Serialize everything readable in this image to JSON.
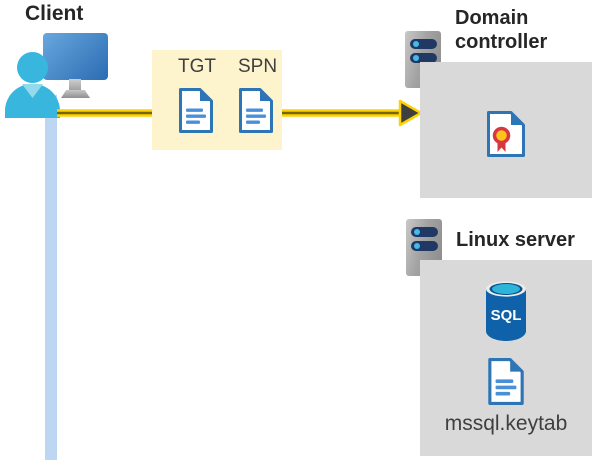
{
  "client": {
    "label": "Client"
  },
  "tickets": {
    "tgt": "TGT",
    "spn": "SPN"
  },
  "domain_controller": {
    "label": "Domain controller"
  },
  "linux_server": {
    "label": "Linux server"
  },
  "sql_database": {
    "label": "SQL"
  },
  "keytab_file": {
    "label": "mssql.keytab"
  },
  "colors": {
    "accent_yellow": "#fdd200",
    "arrow_core": "#7a6600",
    "arrowhead_fill": "#3f3f3f",
    "pale_yellow_box": "#fdf3cd",
    "server_box_gray": "#d9d9d9",
    "doc_blue": "#2e75b6",
    "doc_line_blue": "#4a90d9",
    "timeline_blue": "#bdd7f3",
    "person_cyan": "#38b6de",
    "person_cyan_light": "#93dbec",
    "monitor_blue_light": "#68a7dd",
    "monitor_blue_dark": "#2b6cb3",
    "slot_navy": "#1f3864",
    "slot_dot_cyan": "#45b9e8",
    "seal_red": "#d7373f",
    "seal_yellow": "#fcc419",
    "sql_body_blue": "#0f62a9",
    "sql_top_cyan": "#2cb5d8",
    "text_dark": "#262626",
    "text_gray": "#3f3f3f"
  }
}
